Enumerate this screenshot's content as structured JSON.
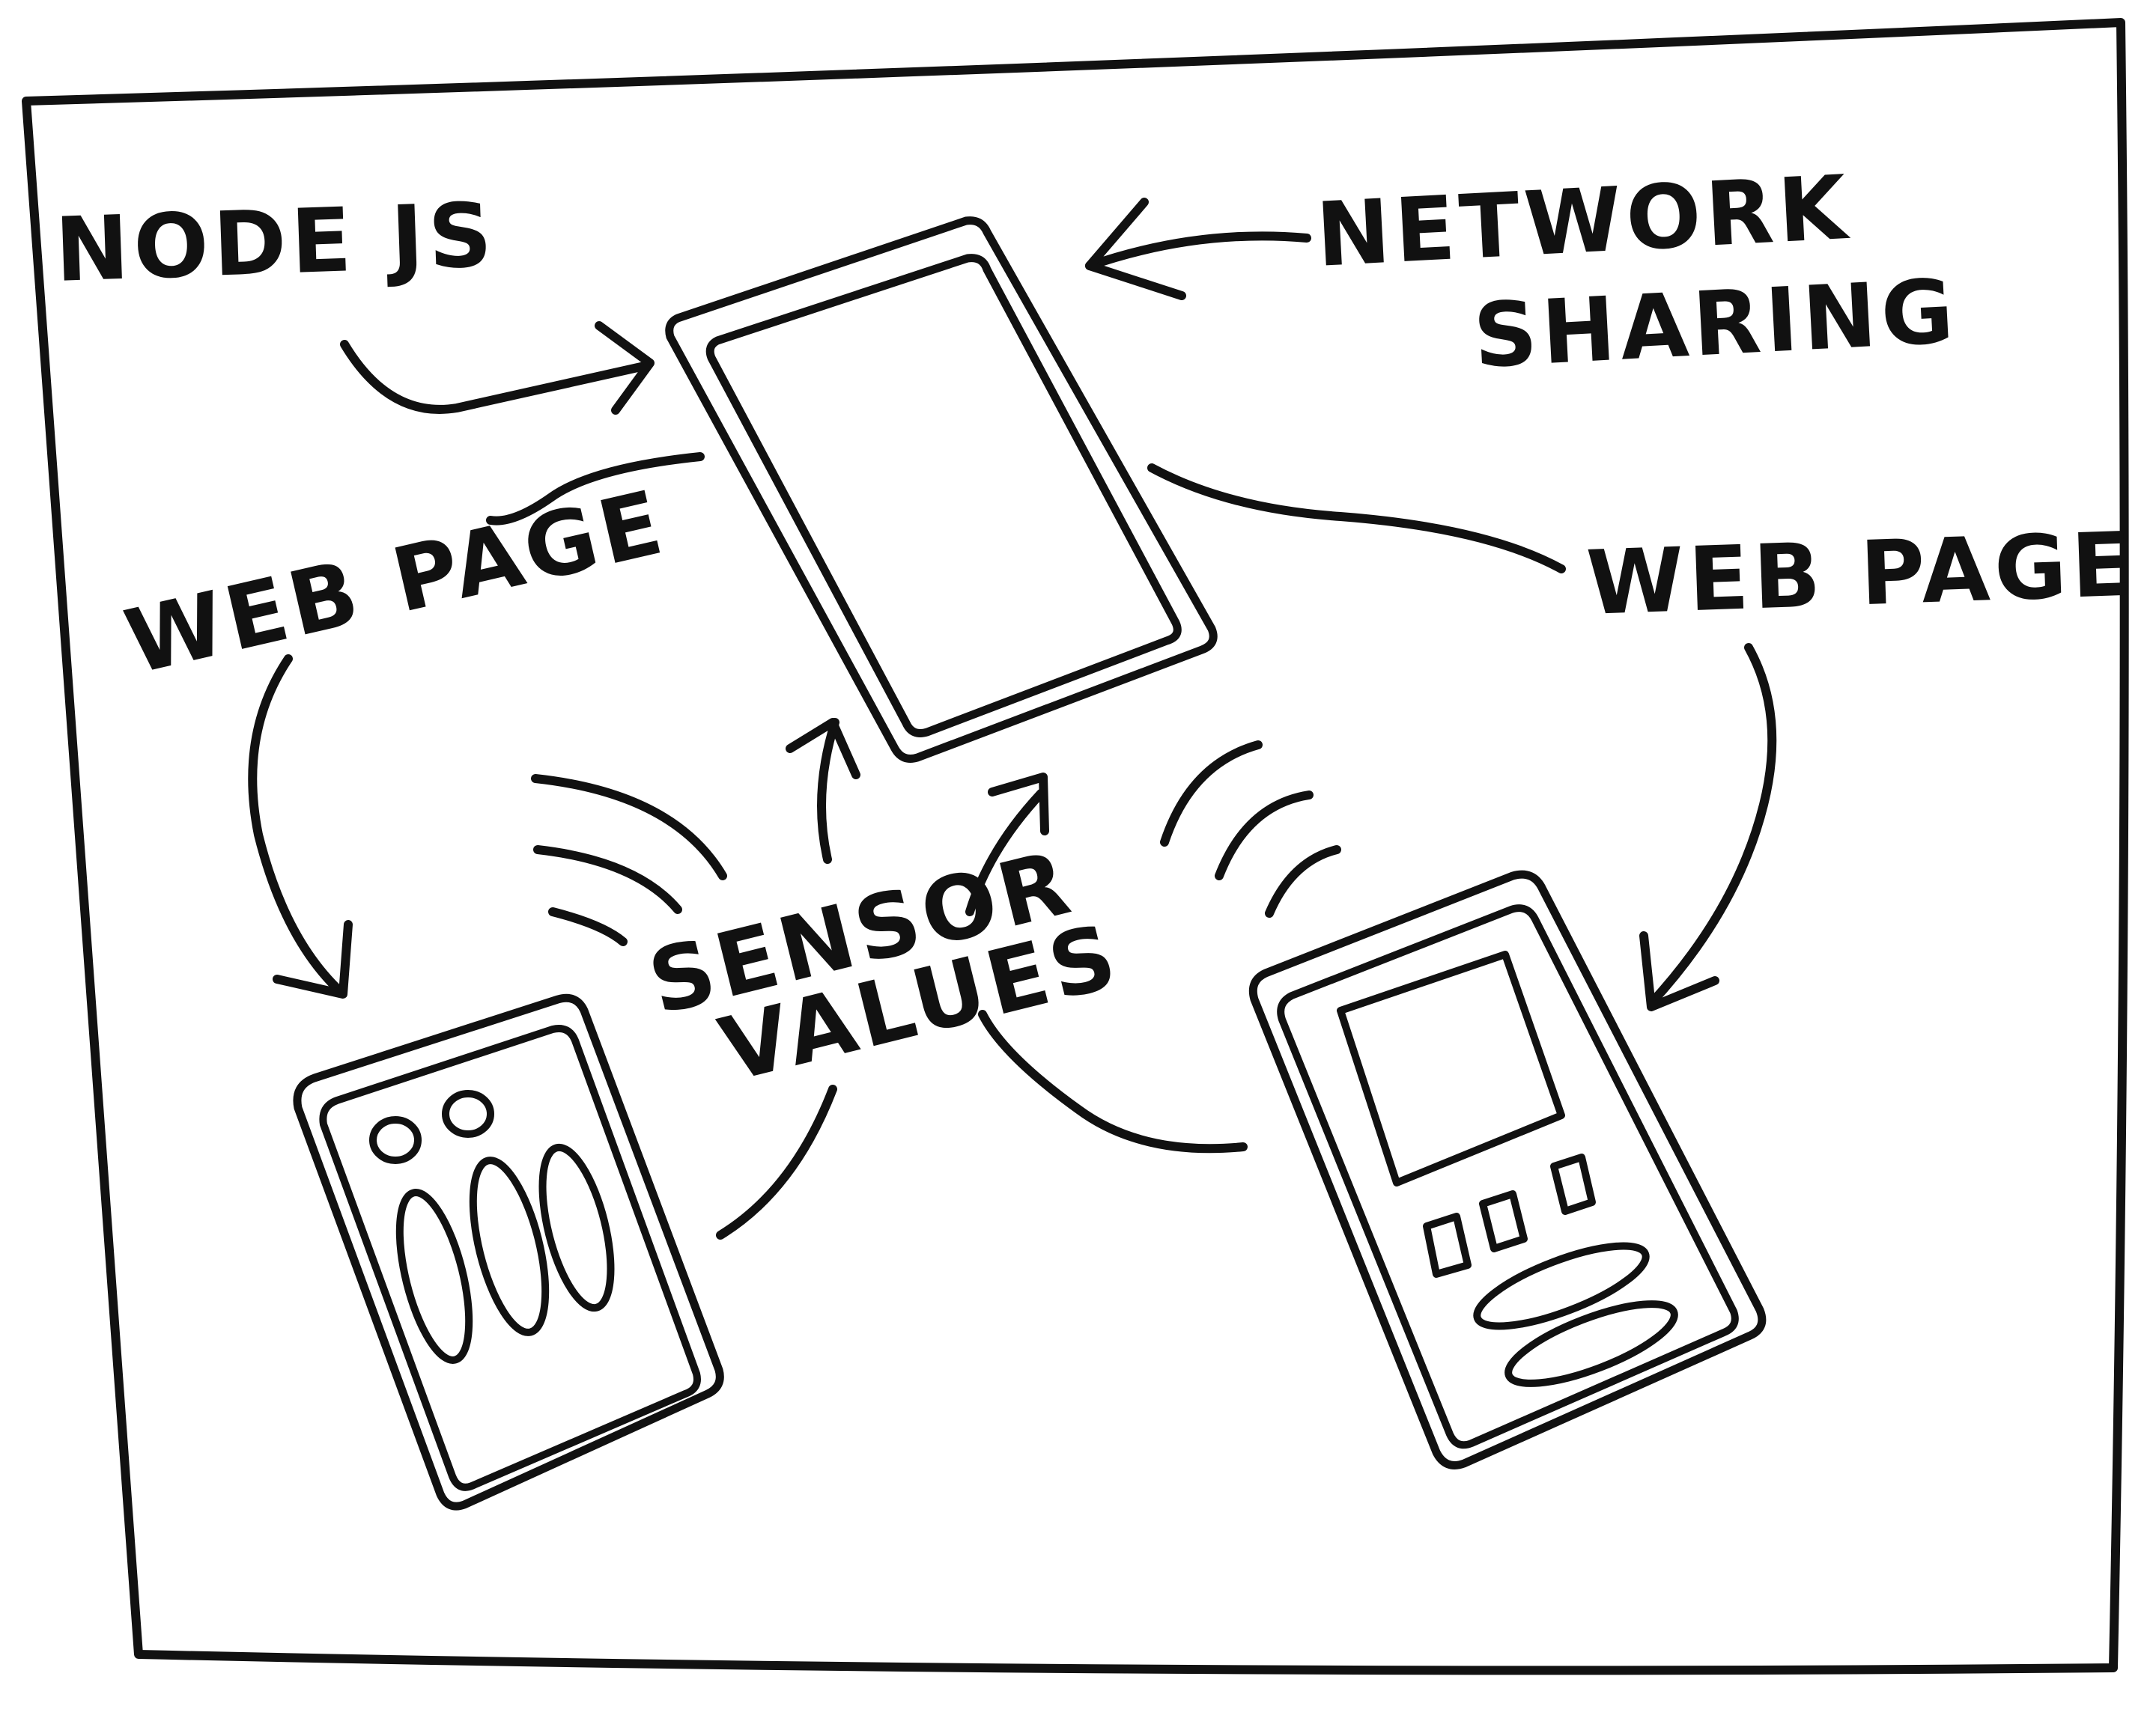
{
  "diagram": {
    "labels": {
      "node_js": "NODE JS",
      "network_line1": "NETWORK",
      "network_line2": "SHARING",
      "web_page_left": "WEB PAGE",
      "web_page_right": "WEB PAGE",
      "sensor_line1": "SENSOR",
      "sensor_line2": "VALUES"
    },
    "devices": [
      "server-phone",
      "controller-tablet",
      "display-phone"
    ],
    "ink_color": "#111111",
    "paper_color": "#ffffff"
  }
}
